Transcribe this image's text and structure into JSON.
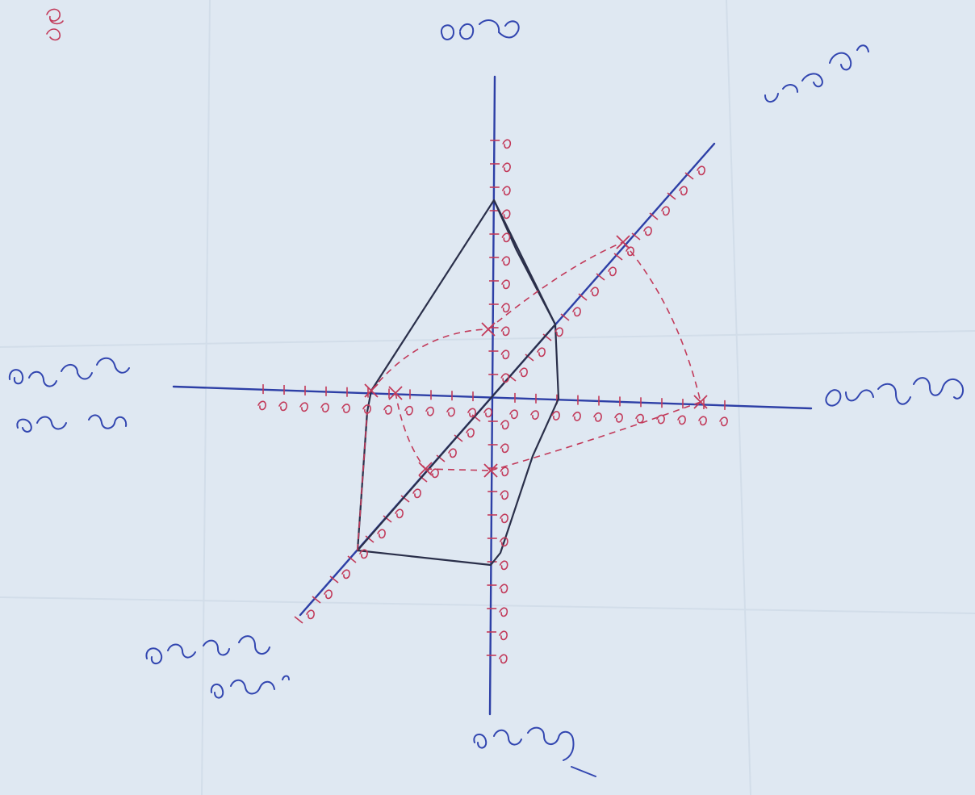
{
  "diagram": {
    "handwritten_labels": [
      {
        "id": "top",
        "style": "handwritten-blue"
      },
      {
        "id": "top-right",
        "style": "handwritten-blue"
      },
      {
        "id": "right",
        "style": "handwritten-blue"
      },
      {
        "id": "left",
        "style": "handwritten-blue"
      },
      {
        "id": "bottom-left",
        "style": "handwritten-blue"
      },
      {
        "id": "bottom",
        "style": "handwritten-blue"
      },
      {
        "id": "corner",
        "style": "handwritten-red"
      }
    ],
    "colors": {
      "paper": "#dfe8f2",
      "axis": "#2d3fa6",
      "shape": "#2a2f4a",
      "construction": "#c23a5a"
    }
  }
}
